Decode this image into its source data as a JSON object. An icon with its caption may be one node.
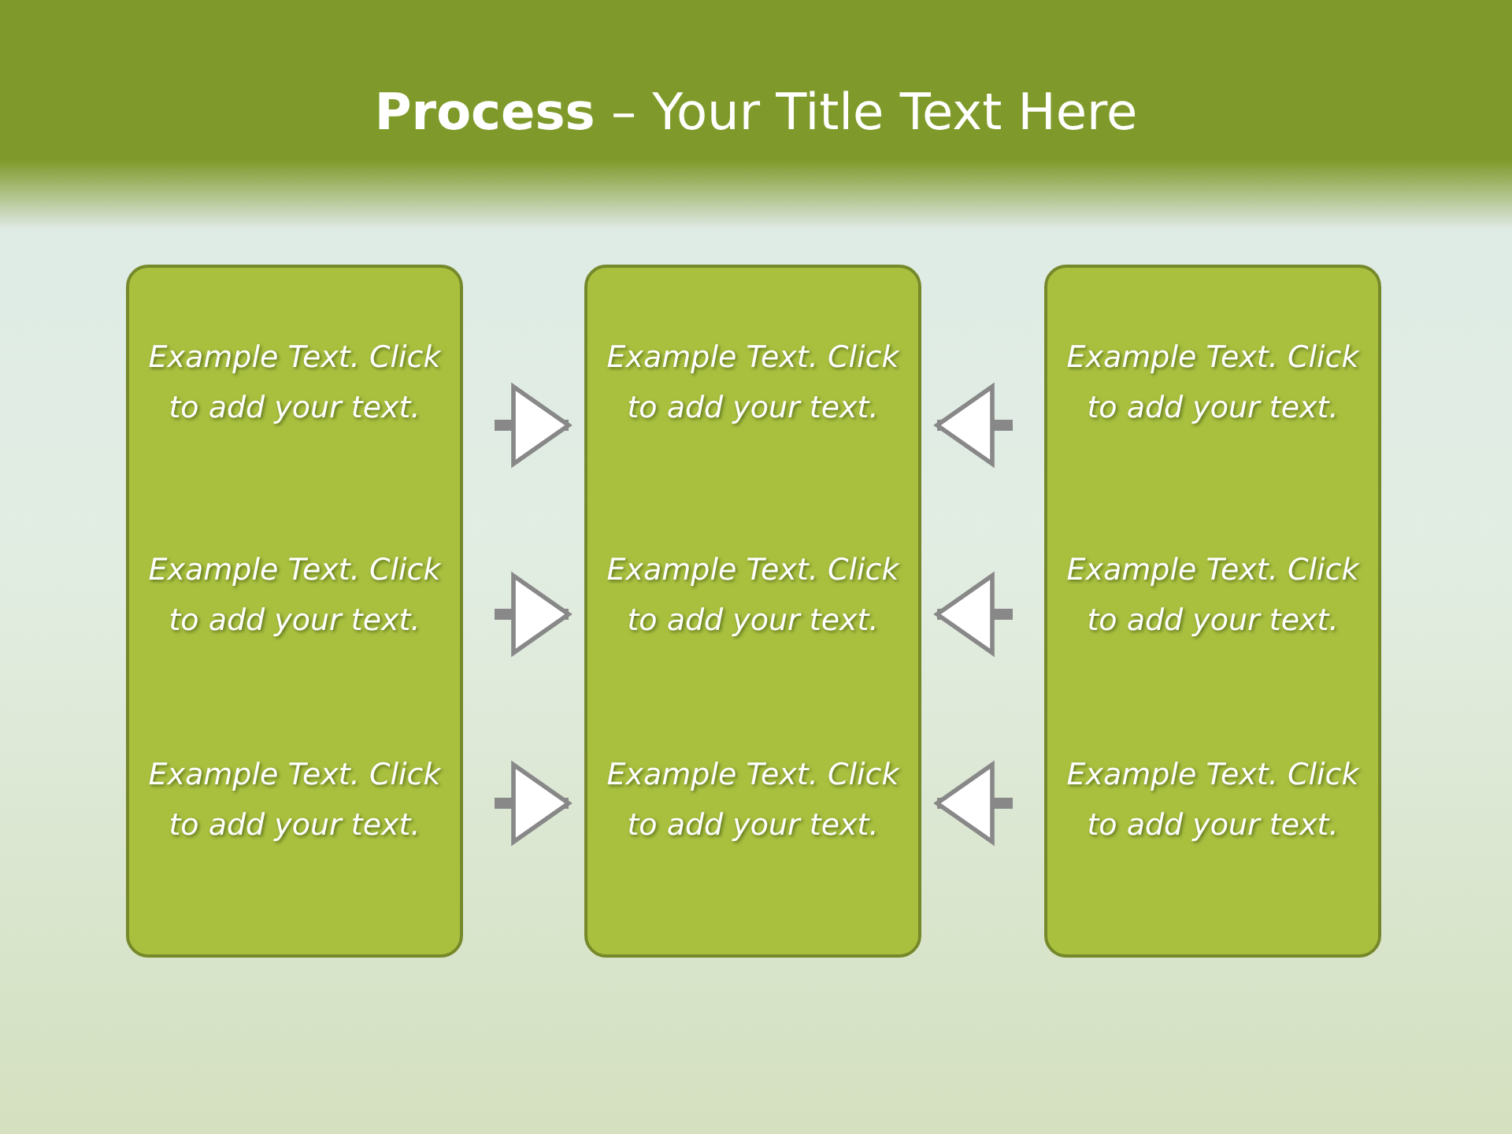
{
  "diagram": {
    "title": "**Process** – Your Title Text Here",
    "nodes": [
      {
        "text": [
          "Example Text. Click to add your text.",
          "Example Text. Click to add your text.",
          "Example Text. Click to add your text."
        ]
      },
      {
        "text": [
          "Example Text. Click to add your text.",
          "Example Text. Click to add your text.",
          "Example Text. Click to add your text."
        ]
      },
      {
        "text": [
          "Example Text. Click to add your text.",
          "Example Text. Click to add your text.",
          "Example Text. Click to add your text."
        ]
      }
    ],
    "edges": [
      {
        "from": 0,
        "to": 1,
        "arrow": "to"
      },
      {
        "from": 0,
        "to": 1,
        "arrow": "to"
      },
      {
        "from": 0,
        "to": 1,
        "arrow": "to"
      },
      {
        "from": 2,
        "to": 1,
        "arrow": "to"
      },
      {
        "from": 2,
        "to": 1,
        "arrow": "to"
      },
      {
        "from": 2,
        "to": 1,
        "arrow": "to"
      }
    ]
  }
}
